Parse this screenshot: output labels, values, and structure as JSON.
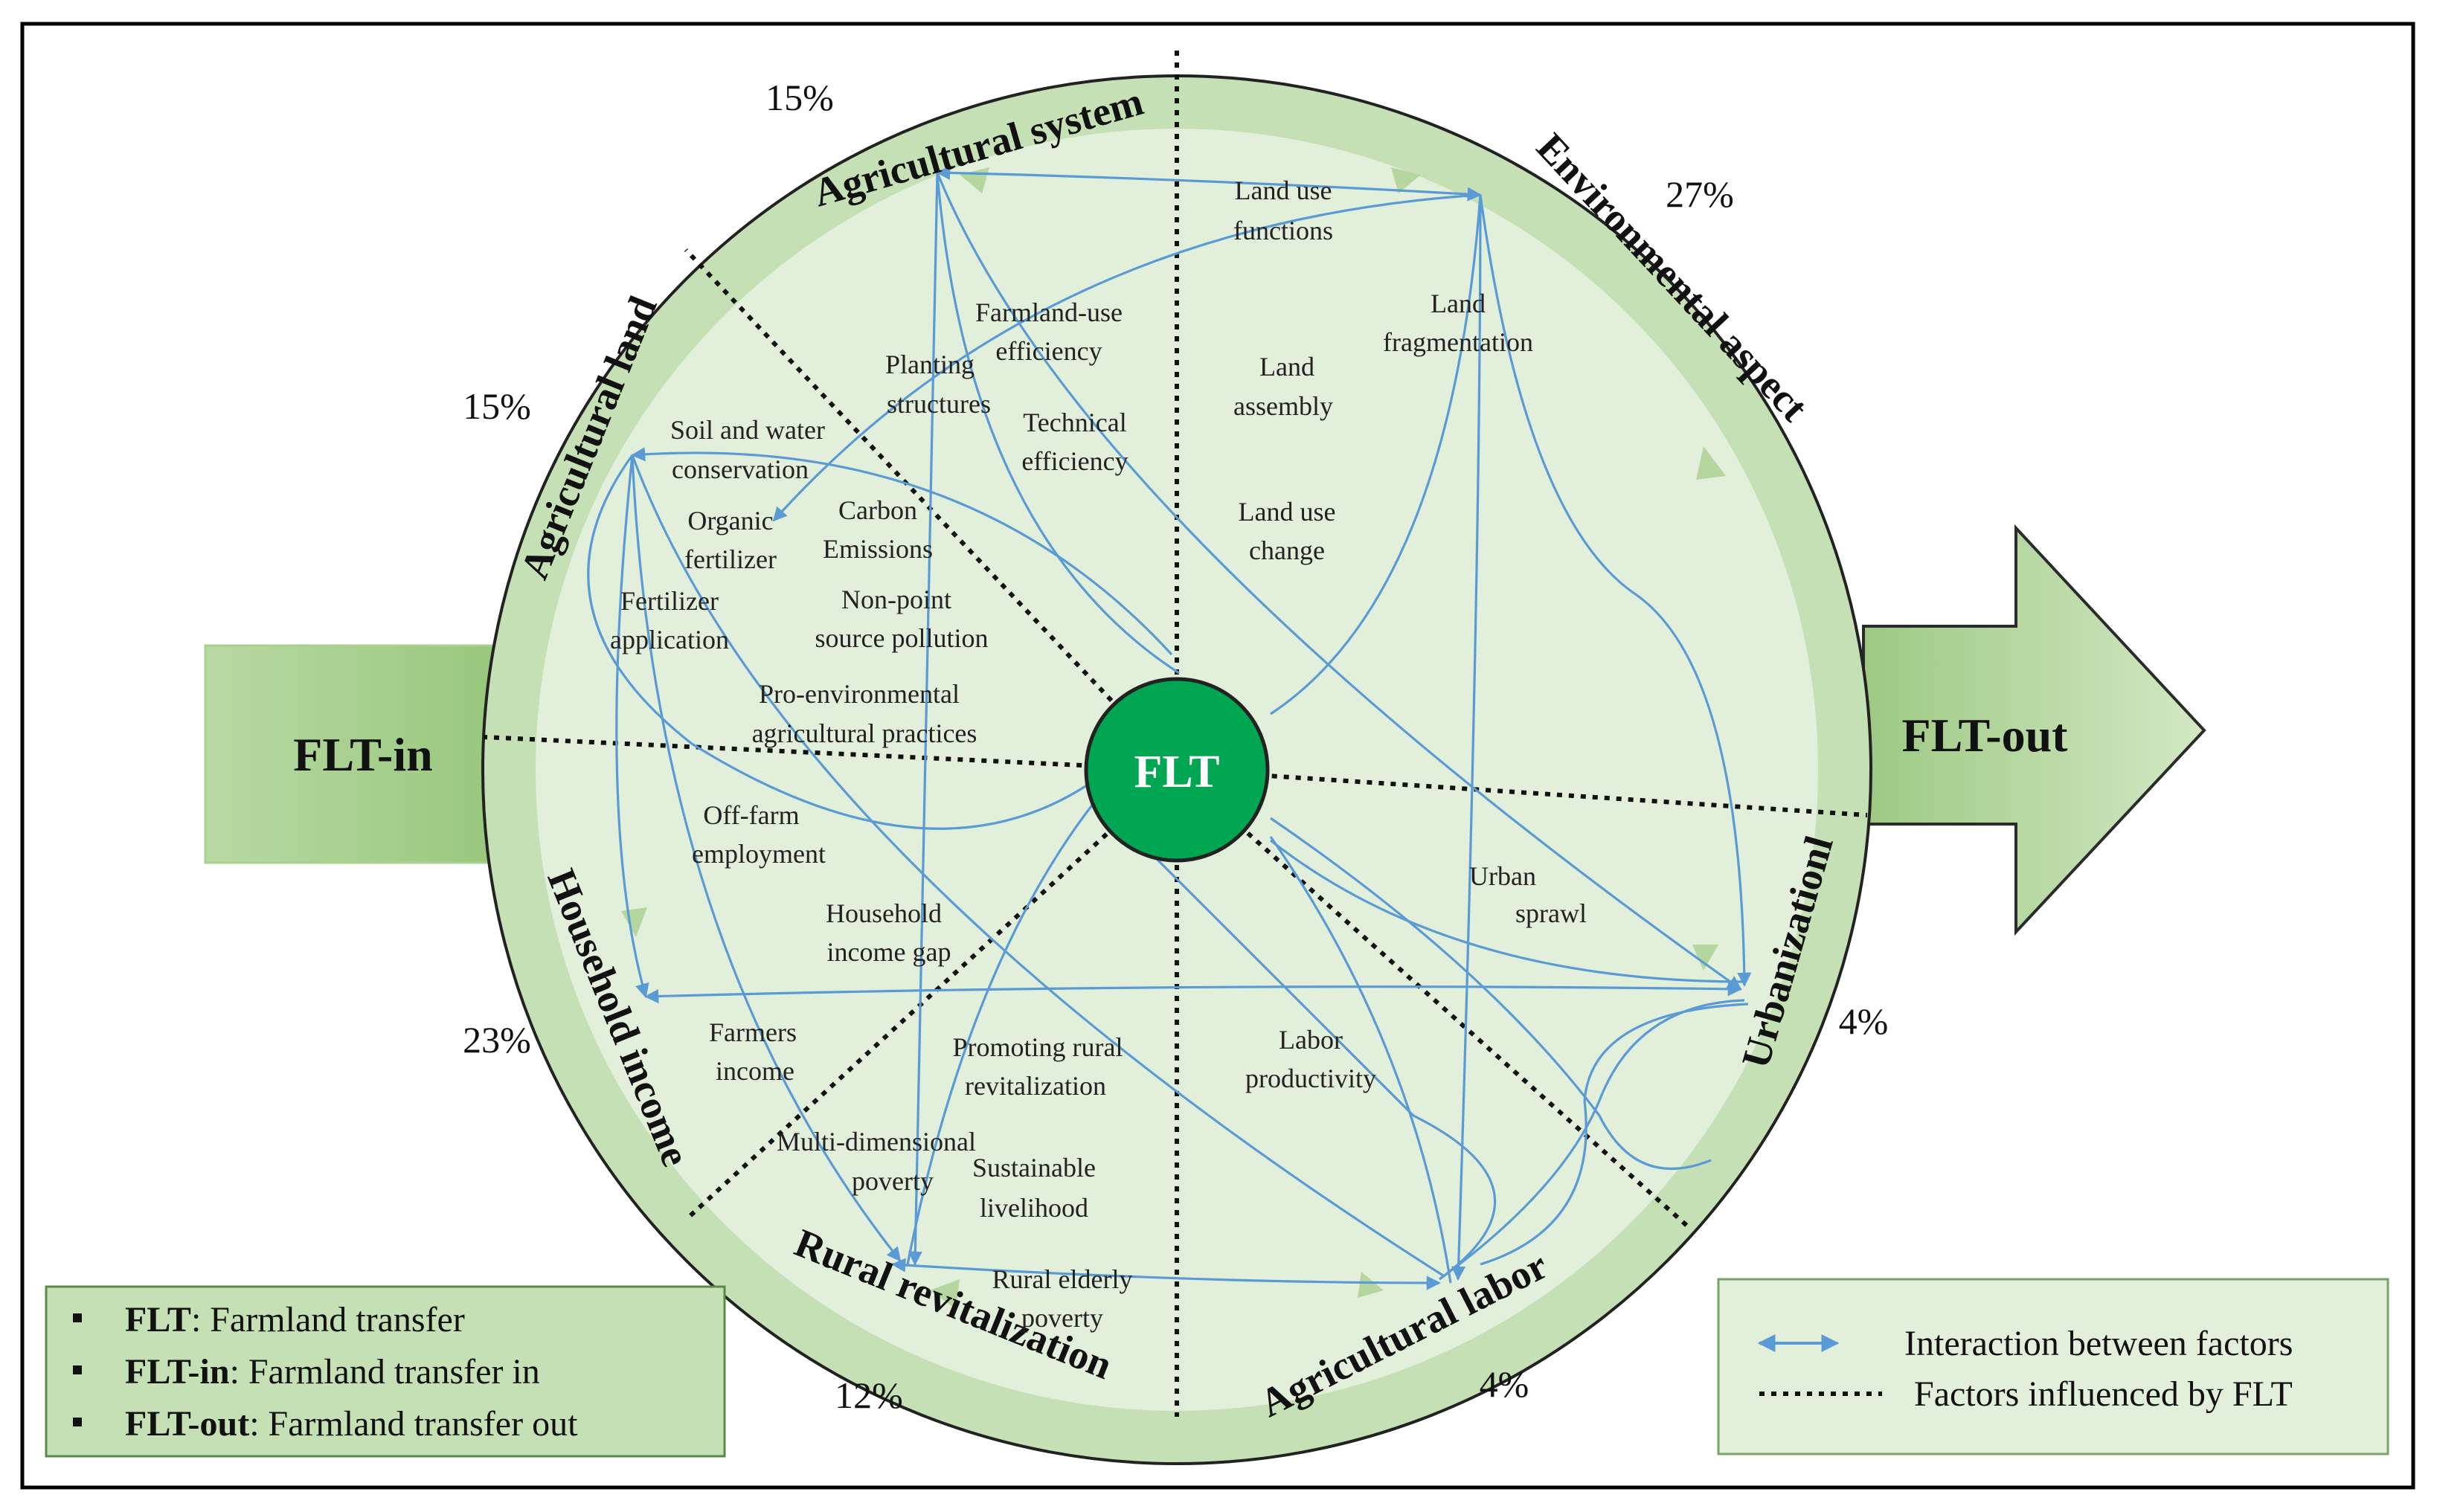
{
  "center": {
    "label": "FLT"
  },
  "arrows": {
    "in_label": "FLT-in",
    "out_label": "FLT-out"
  },
  "sections": {
    "agricultural_system": {
      "label": "Agricultural system",
      "percent": "15%"
    },
    "environmental_aspect": {
      "label": "Environmental aspect",
      "percent": "27%"
    },
    "urbanization": {
      "label": "Urbanizationl",
      "percent": "4%"
    },
    "agricultural_labor": {
      "label": "Agricultural labor",
      "percent": "4%"
    },
    "rural_revitalization": {
      "label": "Rural revitalization",
      "percent": "12%"
    },
    "household_income": {
      "label": "Household income",
      "percent": "23%"
    },
    "agricultural_land": {
      "label": "Agricultural land",
      "percent": "15%"
    }
  },
  "factors": [
    {
      "id": "land-use-functions",
      "lines": [
        "Land use",
        "functions"
      ]
    },
    {
      "id": "farmland-use-efficiency",
      "lines": [
        "Farmland-use",
        "efficiency"
      ]
    },
    {
      "id": "planting-structures",
      "lines": [
        "Planting",
        "structures"
      ]
    },
    {
      "id": "technical-efficiency",
      "lines": [
        "Technical",
        "efficiency"
      ]
    },
    {
      "id": "land-fragmentation",
      "lines": [
        "Land",
        "fragmentation"
      ]
    },
    {
      "id": "land-assembly",
      "lines": [
        "Land",
        "assembly"
      ]
    },
    {
      "id": "soil-water-conservation",
      "lines": [
        "Soil and water",
        "conservation"
      ]
    },
    {
      "id": "organic-fertilizer",
      "lines": [
        "Organic",
        "fertilizer"
      ]
    },
    {
      "id": "carbon-emissions",
      "lines": [
        "Carbon",
        "Emissions"
      ]
    },
    {
      "id": "land-use-change",
      "lines": [
        "Land use",
        "change"
      ]
    },
    {
      "id": "fertilizer-application",
      "lines": [
        "Fertilizer",
        "application"
      ]
    },
    {
      "id": "non-point-source-pollution",
      "lines": [
        "Non-point",
        "source pollution"
      ]
    },
    {
      "id": "pro-environmental-practices",
      "lines": [
        "Pro-environmental",
        "agricultural practices"
      ]
    },
    {
      "id": "off-farm-employment",
      "lines": [
        "Off-farm",
        "employment"
      ]
    },
    {
      "id": "urban-sprawl",
      "lines": [
        "Urban",
        "sprawl"
      ]
    },
    {
      "id": "household-income-gap",
      "lines": [
        "Household",
        "income gap"
      ]
    },
    {
      "id": "farmers-income",
      "lines": [
        "Farmers",
        "income"
      ]
    },
    {
      "id": "promoting-rural-revitalization",
      "lines": [
        "Promoting rural",
        "revitalization"
      ]
    },
    {
      "id": "labor-productivity",
      "lines": [
        "Labor",
        "productivity"
      ]
    },
    {
      "id": "multi-dimensional-poverty",
      "lines": [
        "Multi-dimensional",
        "poverty"
      ]
    },
    {
      "id": "sustainable-livelihood",
      "lines": [
        "Sustainable",
        "livelihood"
      ]
    },
    {
      "id": "rural-elderly-poverty",
      "lines": [
        "Rural elderly",
        "poverty"
      ]
    }
  ],
  "legend_left": [
    {
      "term": "FLT",
      "desc": ": Farmland transfer"
    },
    {
      "term": "FLT-in",
      "desc": ": Farmland transfer in"
    },
    {
      "term": "FLT-out",
      "desc": ": Farmland transfer out"
    }
  ],
  "legend_right": {
    "interaction": "Interaction between factors",
    "influence": "Factors influenced by FLT"
  },
  "colors": {
    "ring": "#c5e0b4",
    "inner": "#e2efda",
    "arrow_fill": "#a9d18e",
    "center": "#00a651",
    "interaction_line": "#5b9bd5"
  }
}
